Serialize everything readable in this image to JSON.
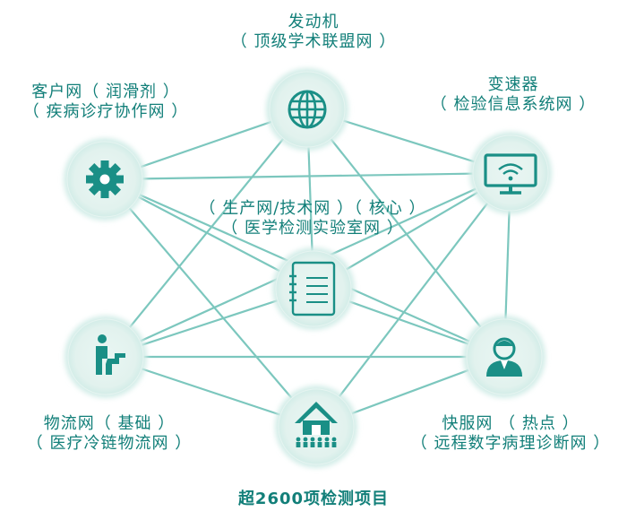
{
  "colors": {
    "accent": "#1a8f86",
    "line": "#7cc7be",
    "node_fill": "#ffffff",
    "node_glow": "#d3ede8",
    "text": "#127f79"
  },
  "nodes": {
    "engine": {
      "title": "发动机",
      "subtitle": "（ 顶级学术联盟网 ）",
      "icon": "globe-icon"
    },
    "customer": {
      "title": "客户网（ 润滑剂 ）",
      "subtitle": "（ 疾病诊疗协作网 ）",
      "icon": "gear-icon"
    },
    "transmission": {
      "title": "变速器",
      "subtitle": "（ 检验信息系统网 ）",
      "icon": "monitor-wifi-icon"
    },
    "core": {
      "title": "（ 生产网/技术网 ）（ 核心 ）",
      "subtitle": "（ 医学检测实验室网 ）",
      "icon": "notebook-icon"
    },
    "logistics": {
      "title": "物流网（ 基础 ）",
      "subtitle": "（ 医疗冷链物流网 ）",
      "icon": "stairs-climber-icon"
    },
    "fast": {
      "title": "快服网 （ 热点 ）",
      "subtitle": "（ 远程数字病理诊断网 ）",
      "icon": "doctor-icon"
    },
    "items": {
      "title": "超2600项检测项目",
      "icon": "house-people-icon"
    }
  }
}
